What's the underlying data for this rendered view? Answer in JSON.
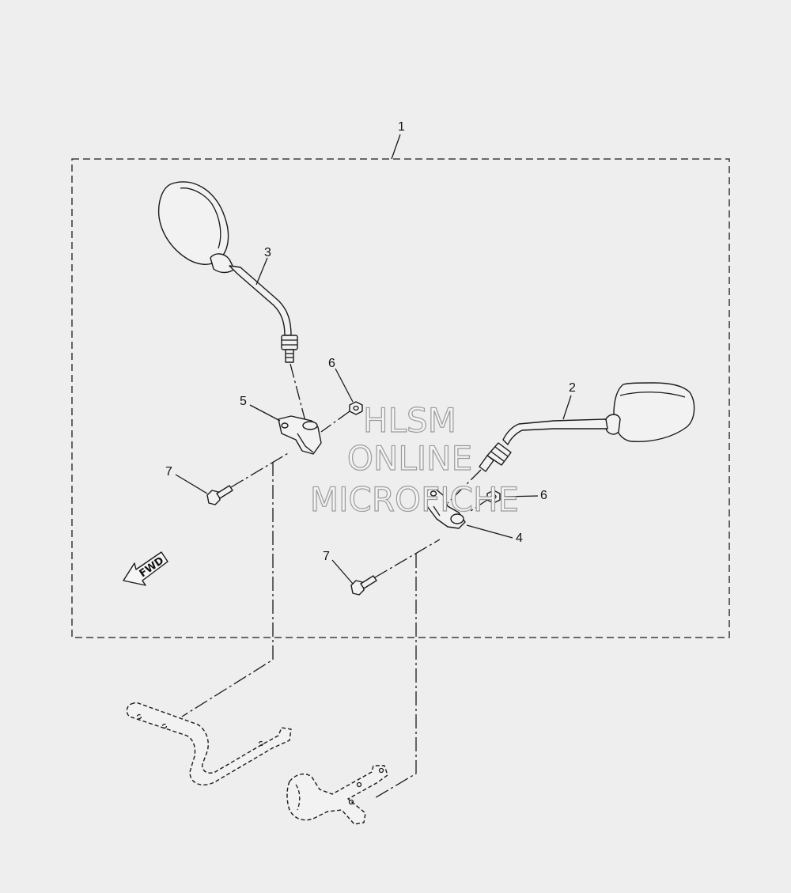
{
  "callouts": {
    "kit": "1",
    "mirror_right": "2",
    "mirror_left": "3",
    "bracket_right": "4",
    "bracket_left": "5",
    "nut_left": "6",
    "nut_right": "6",
    "screw_left": "7",
    "screw_right": "7"
  },
  "direction_arrow": {
    "label": "FWD"
  },
  "watermark": {
    "line1": "HLSM",
    "line2": "ONLINE",
    "line3": "MICROFICHE"
  }
}
